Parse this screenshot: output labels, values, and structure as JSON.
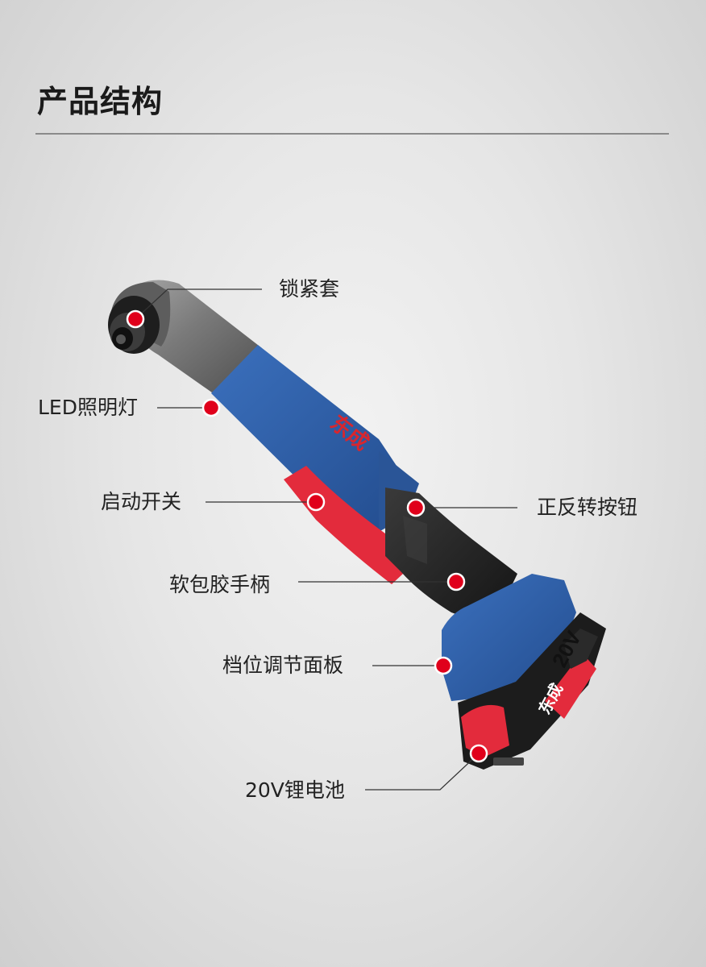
{
  "title": "产品结构",
  "tool_logo_text": "东成",
  "battery": {
    "voltage": "20V",
    "logo_text": "东成"
  },
  "colors": {
    "body_blue": "#2d5fa8",
    "trigger_red": "#e32b3c",
    "dot_red": "#e0001b",
    "metal_gray": "#7d7d7d",
    "grip_black": "#262626"
  },
  "callouts": [
    {
      "id": "lock-sleeve",
      "label": "锁紧套"
    },
    {
      "id": "led-light",
      "label": "LED照明灯"
    },
    {
      "id": "start-switch",
      "label": "启动开关"
    },
    {
      "id": "reverse-button",
      "label": "正反转按钮"
    },
    {
      "id": "soft-grip",
      "label": "软包胶手柄"
    },
    {
      "id": "gear-panel",
      "label": "档位调节面板"
    },
    {
      "id": "battery",
      "label": "20V锂电池"
    }
  ]
}
